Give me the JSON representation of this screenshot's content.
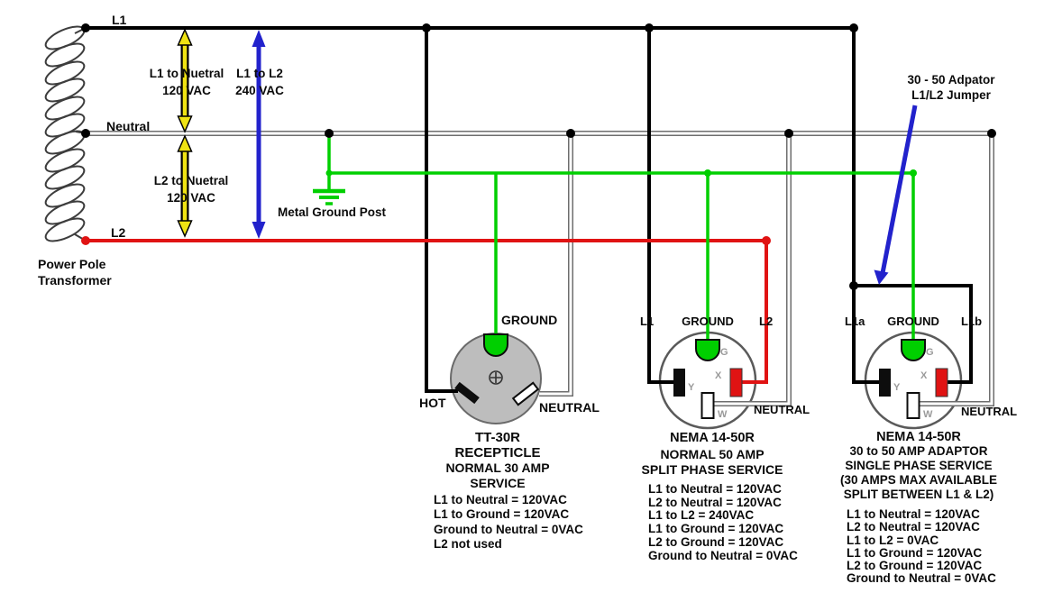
{
  "colors": {
    "l1_black": "#000000",
    "l2_red": "#e01313",
    "neutral_gray": "#6e6e6e",
    "ground_green": "#00cf00",
    "arrow_yellow": "#efe313",
    "arrow_blue": "#2222cc",
    "receptacle_gray": "#bdbdbd"
  },
  "bus": {
    "l1": "L1",
    "neutral": "Neutral",
    "l2": "L2"
  },
  "transformer": {
    "line1": "Power Pole",
    "line2": "Transformer"
  },
  "measurements": {
    "l1_neutral": {
      "line1": "L1 to Nuetral",
      "line2": "120 VAC"
    },
    "l1_l2": {
      "line1": "L1 to L2",
      "line2": "240 VAC"
    },
    "l2_neutral": {
      "line1": "L2 to Nuetral",
      "line2": "120 VAC"
    }
  },
  "ground_post": {
    "label": "Metal Ground Post"
  },
  "callout": {
    "line1": "30 - 50 Adpator",
    "line2": "L1/L2 Jumper"
  },
  "receptacles": {
    "tt30r": {
      "pin_ground": "GROUND",
      "pin_hot": "HOT",
      "pin_neutral": "NEUTRAL",
      "title1": "TT-30R",
      "title2": "RECEPTICLE",
      "title3": "NORMAL 30 AMP",
      "title4": "SERVICE",
      "specs": [
        "L1 to Neutral = 120VAC",
        "L1 to Ground = 120VAC",
        "Ground to Neutral = 0VAC",
        "L2 not used"
      ]
    },
    "nema_normal": {
      "pin_l1": "L1",
      "pin_ground": "GROUND",
      "pin_l2": "L2",
      "pin_neutral": "NEUTRAL",
      "slot_g": "G",
      "slot_x": "X",
      "slot_y": "Y",
      "slot_w": "W",
      "title1": "NEMA 14-50R",
      "title2": "NORMAL 50 AMP",
      "title3": "SPLIT PHASE SERVICE",
      "specs": [
        "L1 to Neutral = 120VAC",
        "L2 to Neutral = 120VAC",
        "L1 to L2 = 240VAC",
        "L1 to Ground = 120VAC",
        "L2 to Ground = 120VAC",
        "Ground to Neutral = 0VAC"
      ]
    },
    "nema_adaptor": {
      "pin_l1a": "L1a",
      "pin_ground": "GROUND",
      "pin_l1b": "L1b",
      "pin_neutral": "NEUTRAL",
      "slot_g": "G",
      "slot_x": "X",
      "slot_y": "Y",
      "slot_w": "W",
      "title1": "NEMA 14-50R",
      "title2": "30 to 50 AMP ADAPTOR",
      "title3": "SINGLE PHASE SERVICE",
      "title4": "(30 AMPS MAX AVAILABLE",
      "title5": "SPLIT BETWEEN L1 & L2)",
      "specs": [
        "L1 to Neutral = 120VAC",
        "L2 to Neutral = 120VAC",
        "L1 to L2 = 0VAC",
        "L1 to Ground = 120VAC",
        "L2 to Ground = 120VAC",
        "Ground to Neutral = 0VAC"
      ]
    }
  }
}
